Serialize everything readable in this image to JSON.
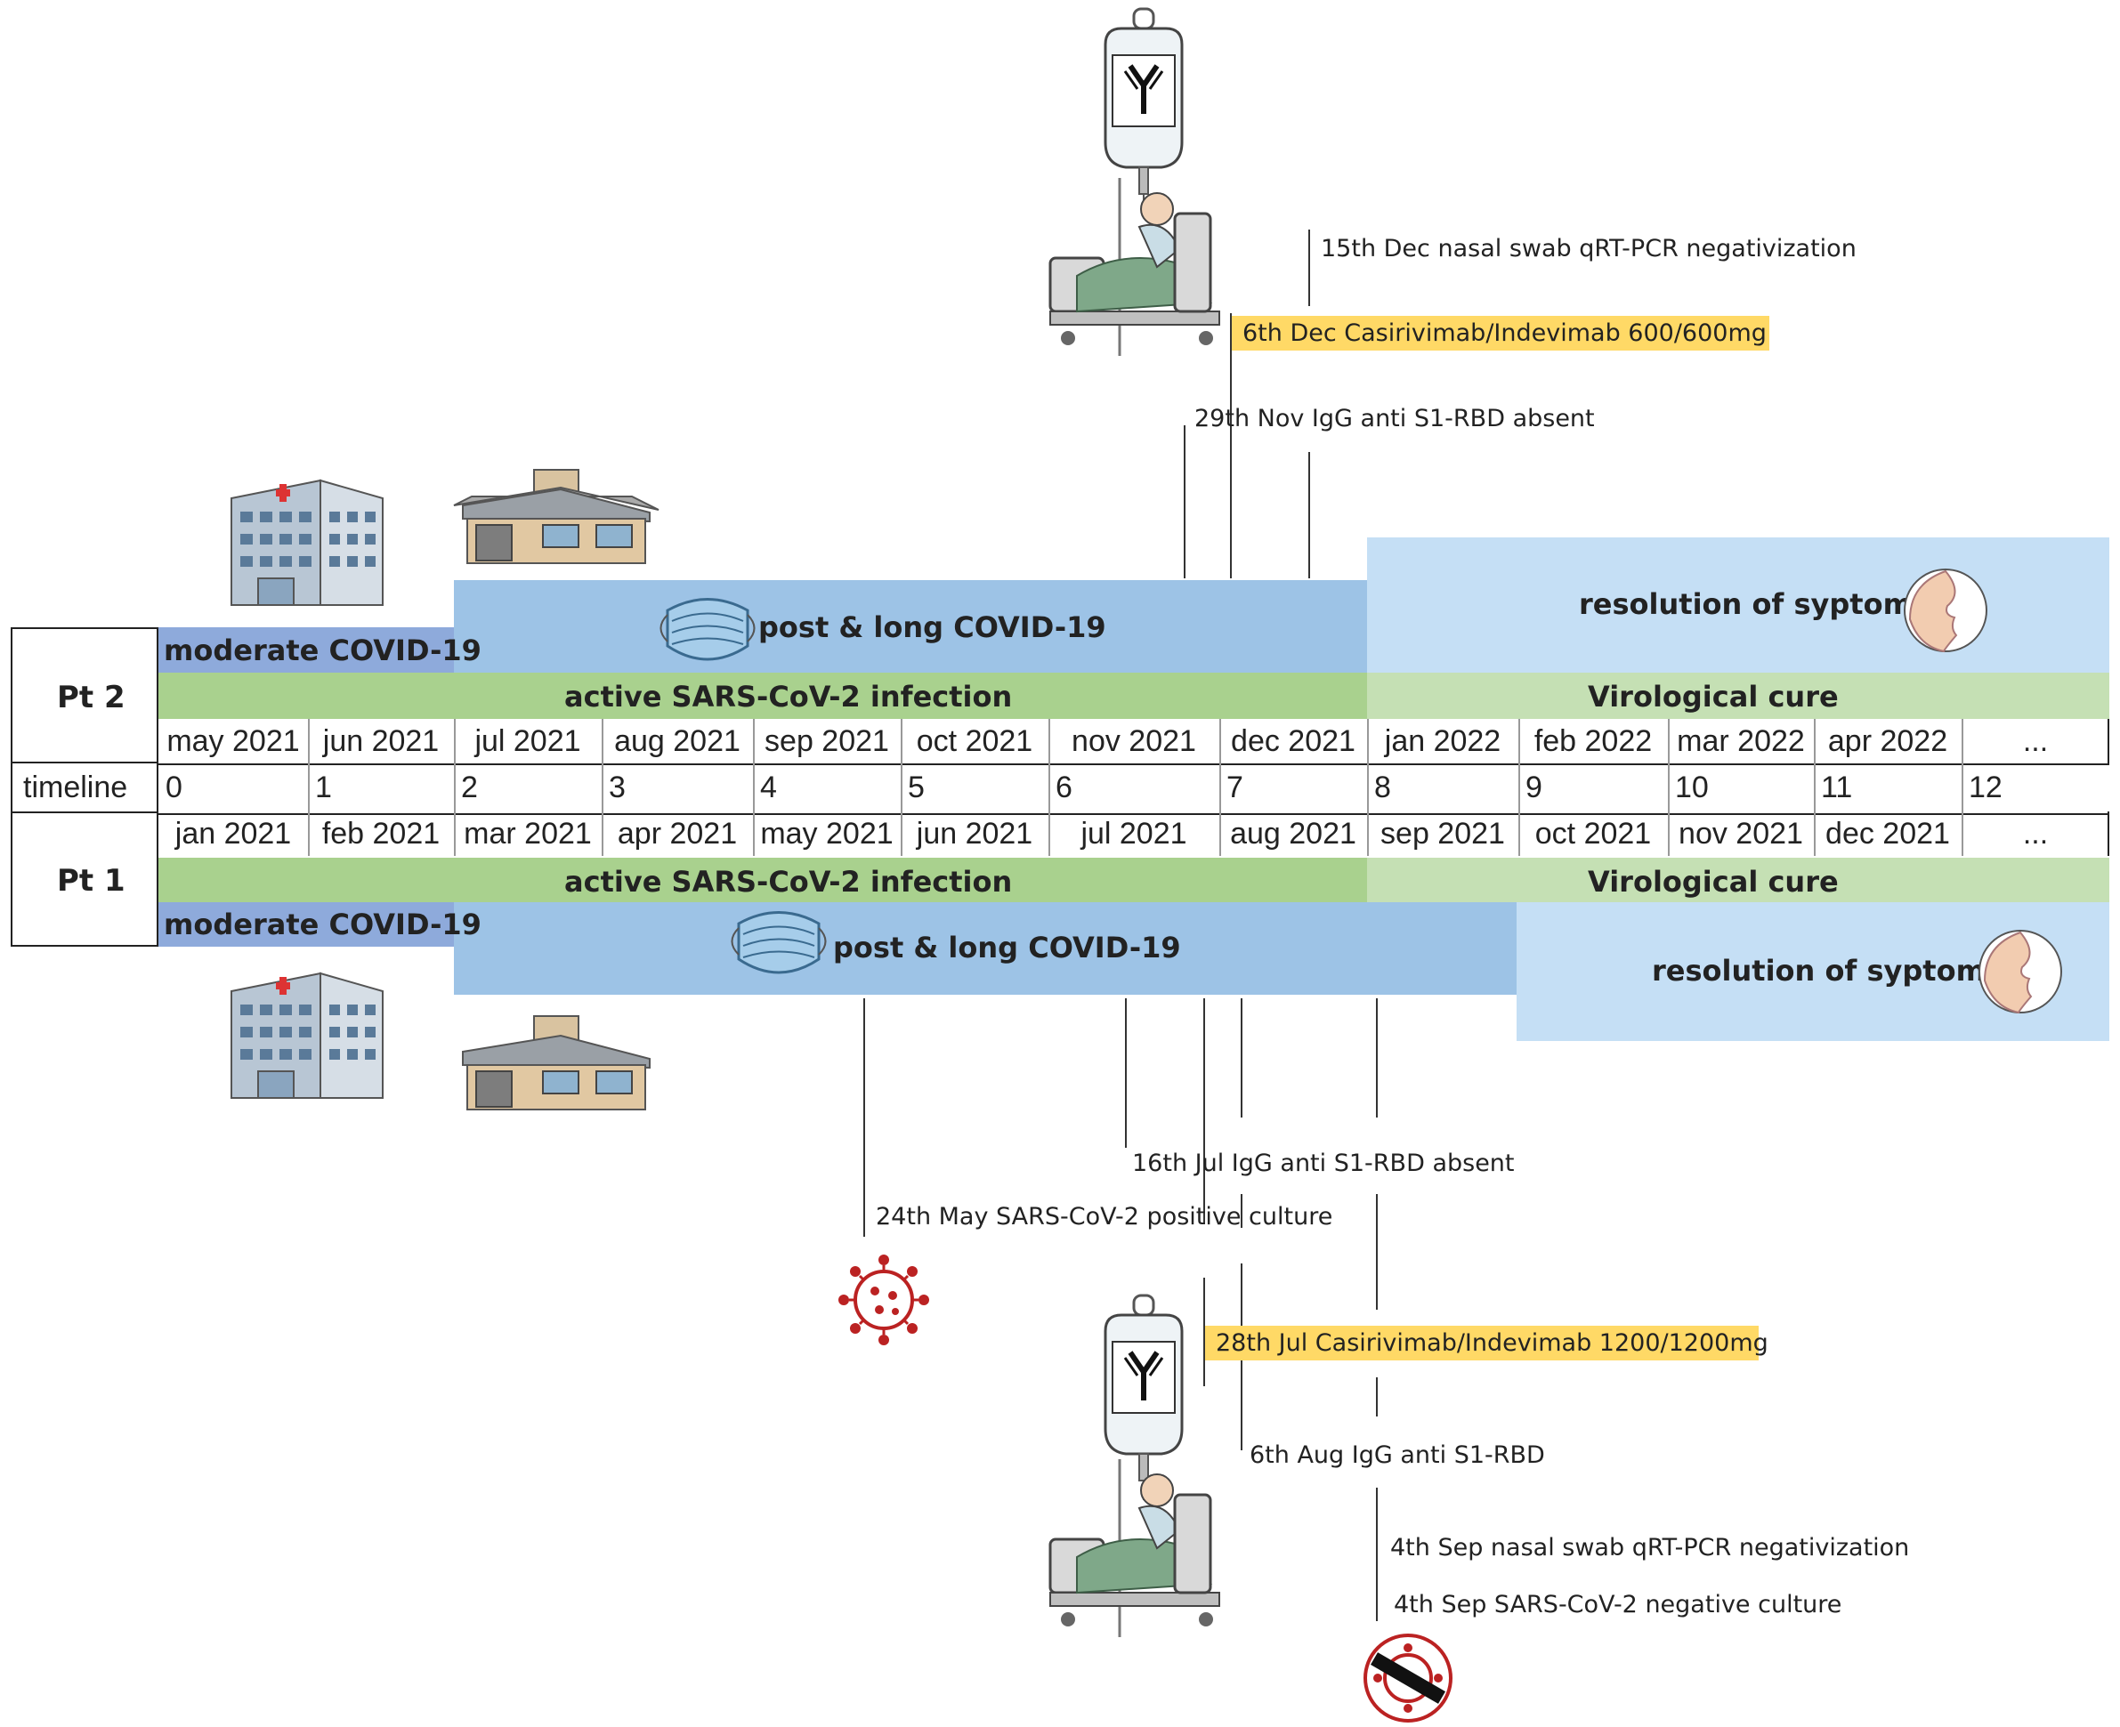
{
  "pt2": {
    "label": "Pt 2",
    "moderate": "moderate COVID-19",
    "postlong": "post & long COVID-19",
    "resolution": "resolution of syptoms",
    "active": "active SARS-CoV-2 infection",
    "cure": "Virological cure",
    "months": [
      "may 2021",
      "jun 2021",
      "jul 2021",
      "aug 2021",
      "sep 2021",
      "oct 2021",
      "nov 2021",
      "dec 2021",
      "jan 2022",
      "feb 2022",
      "mar 2022",
      "apr 2022",
      "..."
    ],
    "events": {
      "e1": "15th Dec nasal swab qRT-PCR negativization",
      "e2": "6th Dec Casirivimab/Indevimab 600/600mg",
      "e3": "29th Nov IgG anti S1-RBD absent"
    }
  },
  "timeline": {
    "label": "timeline",
    "ticks": [
      "0",
      "1",
      "2",
      "3",
      "4",
      "5",
      "6",
      "7",
      "8",
      "9",
      "10",
      "11",
      "12"
    ]
  },
  "pt1": {
    "label": "Pt 1",
    "moderate": "moderate COVID-19",
    "postlong": "post & long COVID-19",
    "resolution": "resolution of syptoms",
    "active": "active SARS-CoV-2 infection",
    "cure": "Virological cure",
    "months": [
      "jan 2021",
      "feb 2021",
      "mar 2021",
      "apr 2021",
      "may 2021",
      "jun 2021",
      "jul 2021",
      "aug 2021",
      "sep 2021",
      "oct 2021",
      "nov 2021",
      "dec 2021",
      "..."
    ],
    "events": {
      "e1": "16th Jul IgG anti S1-RBD absent",
      "e2": "24th May SARS-CoV-2 positive culture",
      "e3": "28th Jul Casirivimab/Indevimab 1200/1200mg",
      "e4": "6th Aug IgG anti S1-RBD",
      "e5": "4th Sep nasal swab qRT-PCR negativization",
      "e6": "4th Sep SARS-CoV-2 negative culture"
    }
  },
  "colors": {
    "moderate": "#8eaadb",
    "postlong": "#9dc3e6",
    "resolution": "#c5dff5",
    "active": "#a9d18e",
    "cure": "#c5e0b4",
    "highlight": "#ffd966"
  }
}
